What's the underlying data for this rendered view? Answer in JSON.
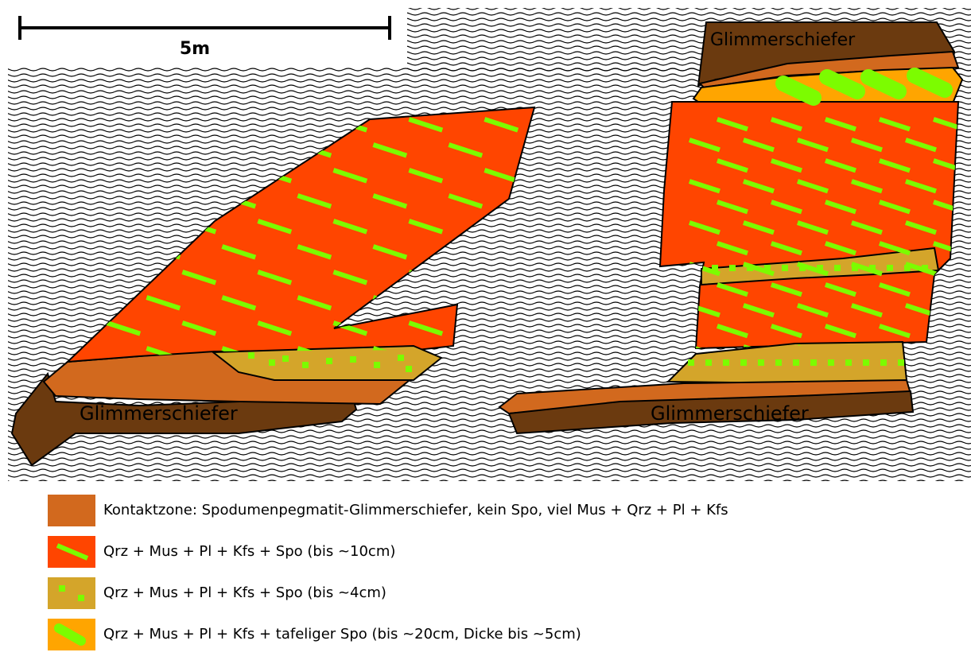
{
  "scale_bar": {
    "label": "5m"
  },
  "rock_labels": {
    "top_right": "Glimmerschiefer",
    "bottom_left": "Glimmerschiefer",
    "bottom_right": "Glimmerschiefer"
  },
  "colors": {
    "contact_zone": "#d2691e",
    "coarse_spodumene_zone": "#ff4500",
    "fine_spodumene_zone": "#d4a52a",
    "tabular_spodumene_zone": "#ffa500",
    "spodumene_crystal": "#7cfc00",
    "mica_schist": "#6b3a0f",
    "background_hatch": "#000000"
  },
  "legend": [
    {
      "key": "contact_zone",
      "text": "Kontaktzone: Spodumenpegmatit-Glimmerschiefer, kein Spo, viel Mus + Qrz + Pl + Kfs"
    },
    {
      "key": "coarse_spodumene_zone",
      "text": "Qrz + Mus + Pl + Kfs + Spo (bis ~10cm)"
    },
    {
      "key": "fine_spodumene_zone",
      "text": "Qrz + Mus + Pl + Kfs + Spo (bis ~4cm)"
    },
    {
      "key": "tabular_spodumene_zone",
      "text": "Qrz + Mus + Pl + Kfs + tafeliger Spo (bis ~20cm, Dicke bis ~5cm)"
    }
  ]
}
